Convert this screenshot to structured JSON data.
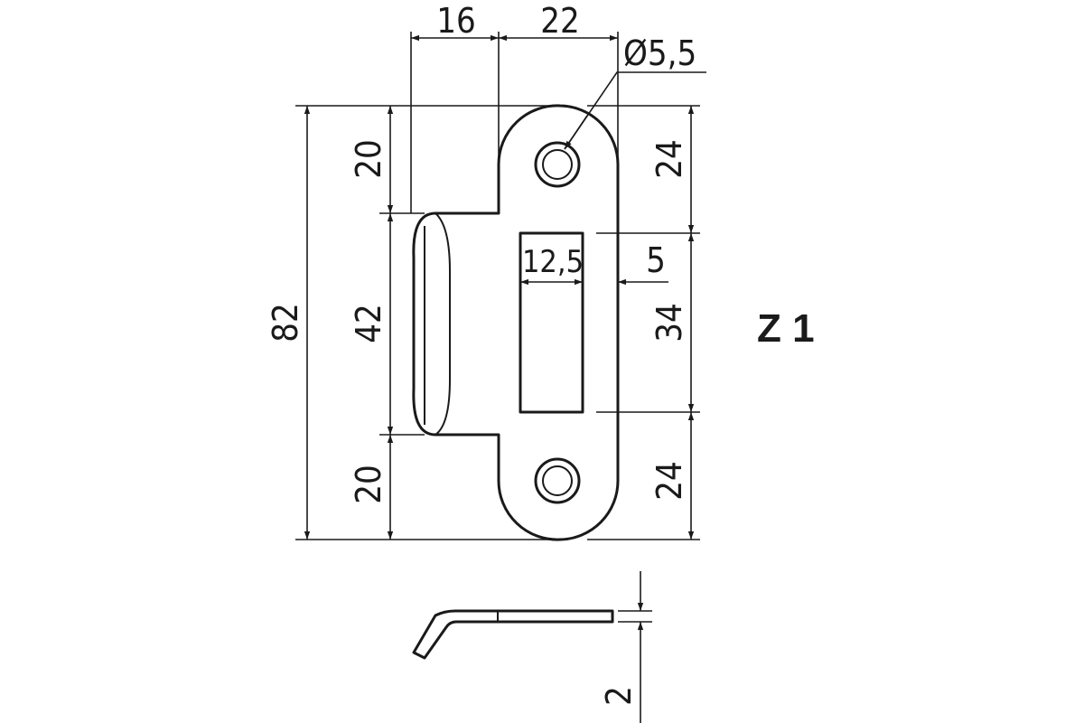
{
  "drawing_label": "Z 1",
  "dimensions": {
    "tongue_width": "16",
    "plate_width": "22",
    "hole_diameter": "Ø5,5",
    "overall_height": "82",
    "tongue_height": "42",
    "top_offset": "20",
    "bottom_offset": "20",
    "hole_top_offset": "24",
    "hole_bottom_offset": "24",
    "slot_height": "34",
    "slot_width": "12,5",
    "slot_edge_offset": "5",
    "thickness": "2"
  }
}
